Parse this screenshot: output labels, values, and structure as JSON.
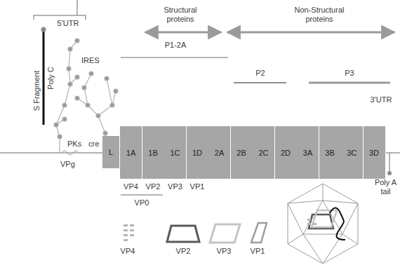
{
  "diagram": {
    "nodes": [
      {
        "text": [
          "L"
        ]
      },
      {
        "text": [
          "1A"
        ]
      },
      {
        "text": [
          "1B"
        ]
      },
      {
        "text": [
          "1C"
        ]
      },
      {
        "text": [
          "1D"
        ]
      },
      {
        "text": [
          "2A"
        ]
      },
      {
        "text": [
          "2B"
        ]
      },
      {
        "text": [
          "2C"
        ]
      },
      {
        "text": [
          "2D"
        ]
      },
      {
        "text": [
          "3A"
        ]
      },
      {
        "text": [
          "3B"
        ]
      },
      {
        "text": [
          "3C"
        ]
      },
      {
        "text": [
          "3D"
        ]
      }
    ],
    "labels": [
      "Structural proteins",
      "Non-Structural proteins",
      "5'UTR",
      "S Fragment",
      "Poly C",
      "IRES",
      "P1-2A",
      "P2",
      "P3",
      "3'UTR",
      "PKs",
      "cre",
      "VPg",
      "Poly A tail",
      "VP4",
      "VP2",
      "VP3",
      "VP1",
      "VP0",
      "VP4",
      "VP2",
      "VP3",
      "VP1"
    ]
  }
}
